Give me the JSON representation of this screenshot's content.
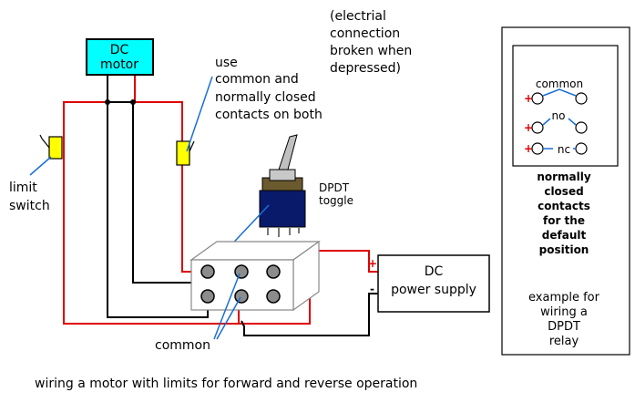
{
  "motor": {
    "label_line1": "DC",
    "label_line2": "motor",
    "color": "#00ffff"
  },
  "power_supply": {
    "label_line1": "DC",
    "label_line2": "power supply",
    "plus": "+",
    "minus": "-"
  },
  "toggle": {
    "label_line1": "DPDT",
    "label_line2": "toggle"
  },
  "note_top": [
    "(electrial",
    "connection",
    "broken when",
    "depressed)"
  ],
  "note_use": [
    "use",
    "common and",
    "normally closed",
    "contacts on both"
  ],
  "limit_label": [
    "limit",
    "switch"
  ],
  "common_label": "common",
  "caption": "wiring a motor with limits for forward and reverse operation",
  "relay_panel": {
    "common": "common",
    "no": "no",
    "nc": "nc",
    "plus": "+",
    "note": [
      "normally",
      "closed",
      "contacts",
      "for the",
      "default",
      "position"
    ],
    "example": [
      "example for",
      "wiring a",
      "DPDT",
      "relay"
    ]
  },
  "colors": {
    "red_wire": "#e00000",
    "black_wire": "#000000",
    "blue_pointer": "#1a6fd6",
    "limit_switch": "#ffff00"
  }
}
